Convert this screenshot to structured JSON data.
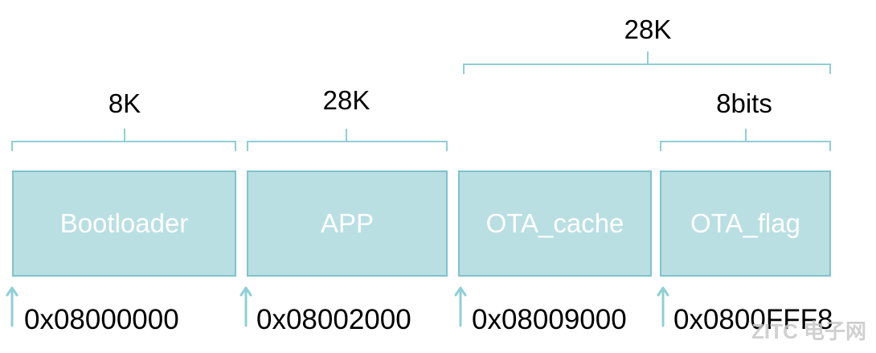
{
  "colors": {
    "block_fill": "#b9dfe3",
    "block_border": "#7fc3cb",
    "brace": "#8fcfd6",
    "arrow": "#8fcfd6",
    "block_text": "#ffffff"
  },
  "regions": [
    {
      "name": "Bootloader",
      "size": "8K",
      "address": "0x08000000"
    },
    {
      "name": "APP",
      "size": "28K",
      "address": "0x08002000"
    },
    {
      "name": "OTA_cache",
      "address": "0x08009000"
    },
    {
      "name": "OTA_flag",
      "size": "8bits",
      "address": "0x0800FFF8"
    }
  ],
  "group": {
    "size": "28K"
  },
  "watermark": {
    "text": "ZITC 电子网"
  }
}
